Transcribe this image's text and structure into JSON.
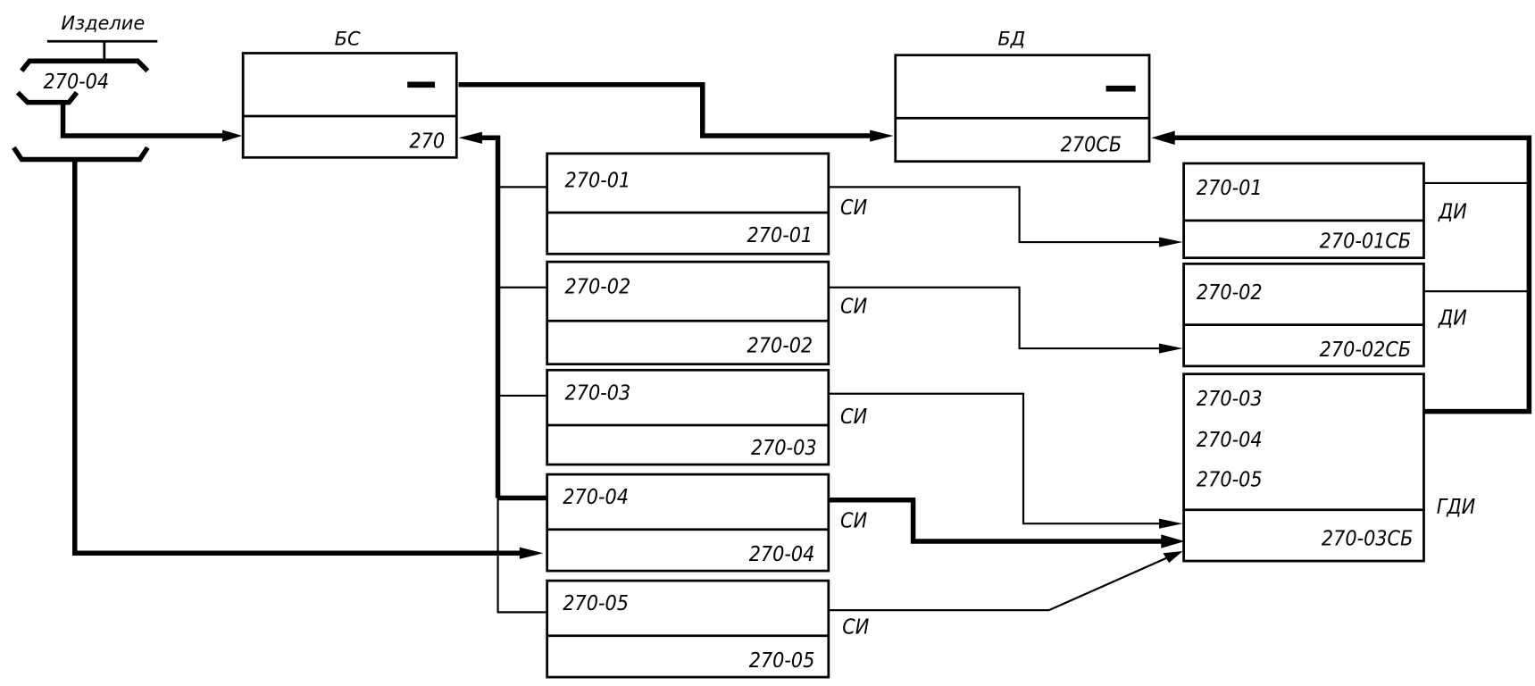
{
  "diagram": {
    "title_product": "Изделие",
    "product_code": "270-04",
    "bs": {
      "title": "БС",
      "top_value": "—",
      "bottom_value": "270"
    },
    "bd": {
      "title": "БД",
      "top_value": "—",
      "bottom_value": "270СБ"
    },
    "si_boxes": [
      {
        "top": "270-01",
        "bottom": "270-01",
        "type": "СИ"
      },
      {
        "top": "270-02",
        "bottom": "270-02",
        "type": "СИ"
      },
      {
        "top": "270-03",
        "bottom": "270-03",
        "type": "СИ"
      },
      {
        "top": "270-04",
        "bottom": "270-04",
        "type": "СИ"
      },
      {
        "top": "270-05",
        "bottom": "270-05",
        "type": "СИ"
      }
    ],
    "di_boxes": [
      {
        "top": "270-01",
        "bottom": "270-01СБ",
        "type": "ДИ"
      },
      {
        "top": "270-02",
        "bottom": "270-02СБ",
        "type": "ДИ"
      }
    ],
    "gdi_box": {
      "tops": [
        "270-03",
        "270-04",
        "270-05"
      ],
      "bottom": "270-03СБ",
      "type": "ГДИ"
    }
  }
}
